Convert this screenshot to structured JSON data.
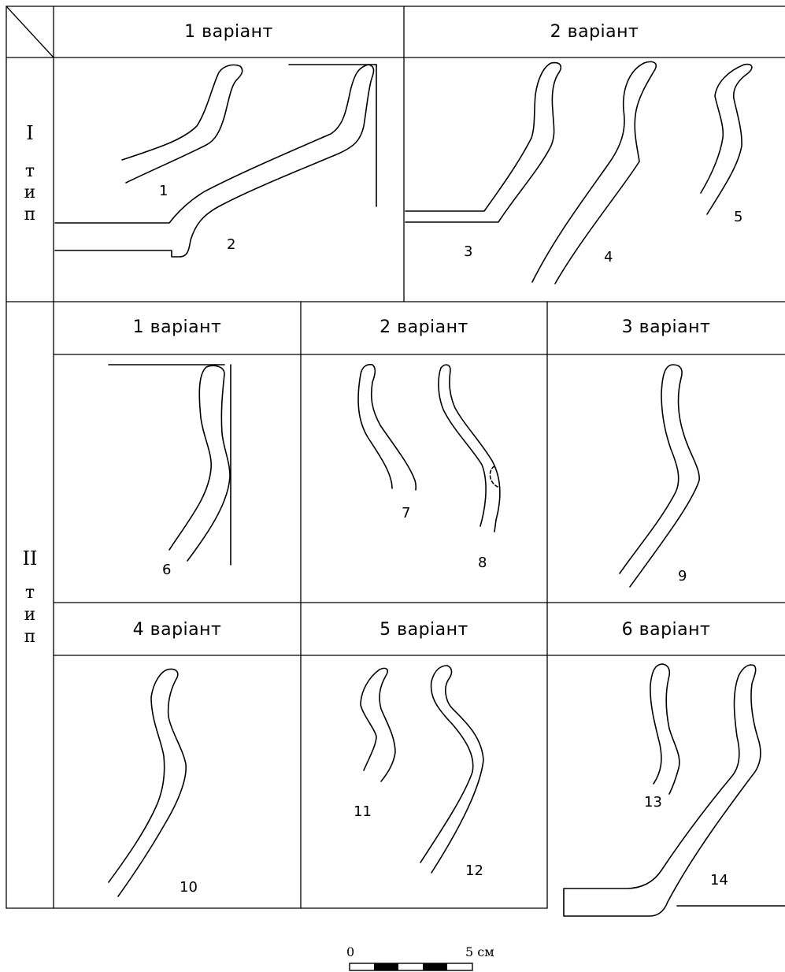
{
  "type1": {
    "roman": "I",
    "word": [
      "т",
      "и",
      "п"
    ],
    "headers": [
      "1 варіант",
      "2 варіант"
    ],
    "sherds": [
      "1",
      "2",
      "3",
      "4",
      "5"
    ]
  },
  "type2": {
    "roman": "II",
    "word": [
      "т",
      "и",
      "п"
    ],
    "headers": [
      "1 варіант",
      "2 варіант",
      "3 варіант",
      "4 варіант",
      "5 варіант",
      "6 варіант"
    ],
    "sherds": [
      "6",
      "7",
      "8",
      "9",
      "10",
      "11",
      "12",
      "13",
      "14"
    ]
  },
  "scale": {
    "zero": "0",
    "max": "5 см"
  }
}
